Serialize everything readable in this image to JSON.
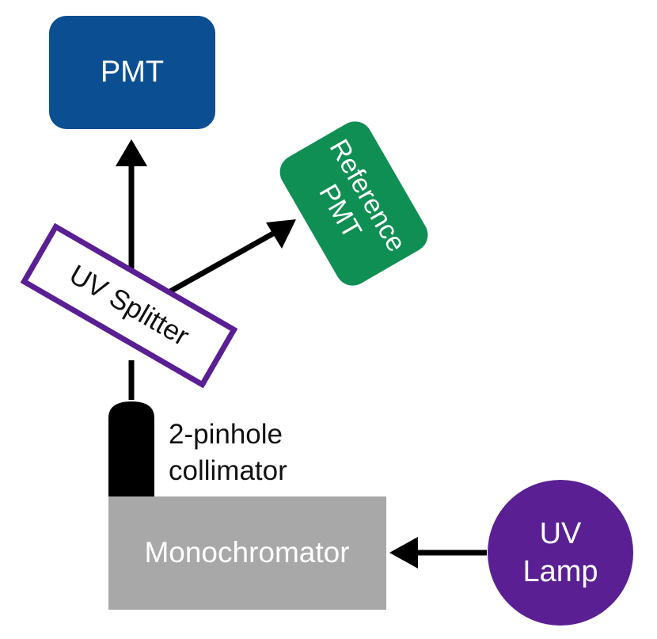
{
  "diagram": {
    "pmt": {
      "label": "PMT",
      "color": "#0b4f92"
    },
    "reference_pmt": {
      "line1": "Reference",
      "line2": "PMT",
      "color": "#0f8f53"
    },
    "uv_splitter": {
      "label": "UV Splitter",
      "border_color": "#5a1f93"
    },
    "collimator": {
      "line1": "2-pinhole",
      "line2": "collimator",
      "color": "#000000"
    },
    "monochromator": {
      "label": "Monochromator",
      "color": "#a8a8a8"
    },
    "uv_lamp": {
      "line1": "UV",
      "line2": "Lamp",
      "color": "#5a1f93"
    },
    "arrow_color": "#000000"
  }
}
